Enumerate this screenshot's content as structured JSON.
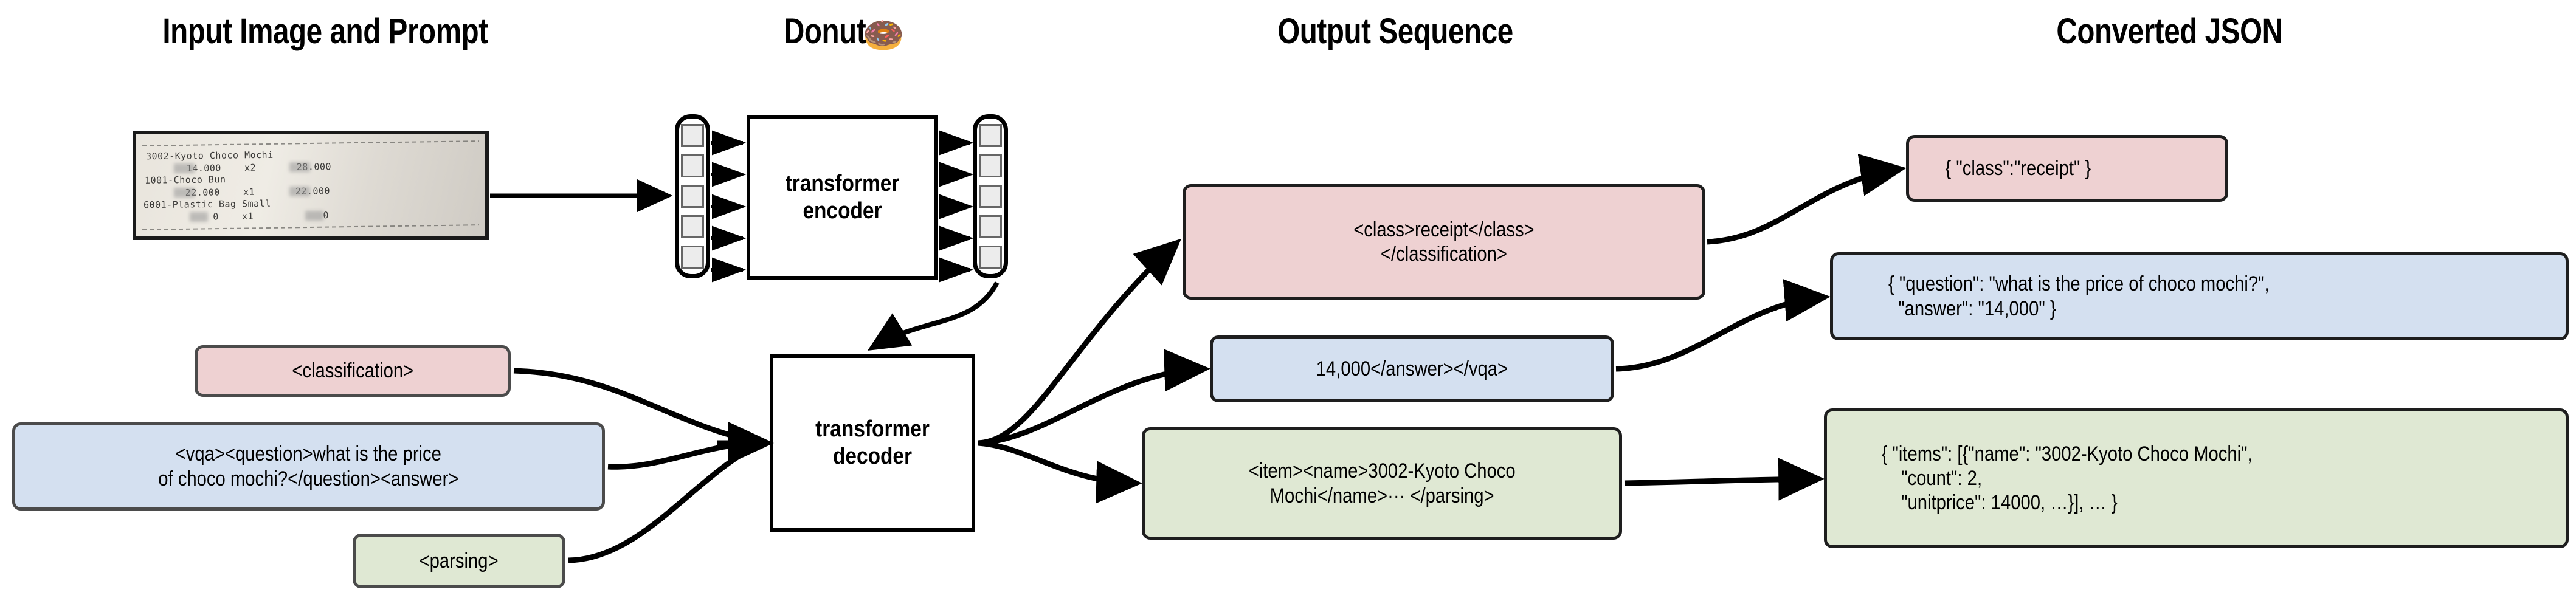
{
  "headers": {
    "input": "Input Image and Prompt",
    "donut": "Donut",
    "donut_emoji": "🍩",
    "output": "Output Sequence",
    "json": "Converted JSON"
  },
  "receipt": {
    "lines": [
      "3002-Kyoto Choco Mochi",
      "       14.000    x2       28.000",
      "1001-Choco Bun",
      "       22.000    x1       22.000",
      "6001-Plastic Bag Small",
      "            0    x1            0"
    ]
  },
  "model": {
    "encoder_label": "transformer\nencoder",
    "decoder_label": "transformer\ndecoder",
    "input_tokens": 5,
    "output_tokens": 5
  },
  "prompts": [
    {
      "name": "classification-prompt",
      "text": "<classification>",
      "color": "#eed1d2"
    },
    {
      "name": "vqa-prompt",
      "text": "<vqa><question>what is the price\nof choco mochi?</question><answer>",
      "color": "#d4e0f0"
    },
    {
      "name": "parsing-prompt",
      "text": "<parsing>",
      "color": "#dfe8d3"
    }
  ],
  "outputs": [
    {
      "name": "classification-output",
      "text": "<class>receipt</class>\n</classification>",
      "color": "#eed1d2"
    },
    {
      "name": "vqa-output",
      "text": "14,000</answer></vqa>",
      "color": "#d4e0f0"
    },
    {
      "name": "parsing-output",
      "text": "<item><name>3002-Kyoto Choco\nMochi</name>··· </parsing>",
      "color": "#dfe8d3"
    }
  ],
  "json_outputs": [
    {
      "name": "classification-json",
      "text": "{ \"class\":\"receipt\" }",
      "color": "#eed1d2"
    },
    {
      "name": "vqa-json",
      "text": "{ \"question\": \"what is the price of choco mochi?\",\n  \"answer\": \"14,000\" }",
      "color": "#d4e0f0"
    },
    {
      "name": "parsing-json",
      "text": "{ \"items\": [{\"name\": \"3002-Kyoto Choco Mochi\",\n    \"count\": 2,\n    \"unitprice\": 14000, …}], … }",
      "color": "#dfe8d3"
    }
  ],
  "colors": {
    "pink": "#eed1d2",
    "blue": "#d4e0f0",
    "green": "#dfe8d3",
    "line": "#000000",
    "token": "#ececec"
  }
}
